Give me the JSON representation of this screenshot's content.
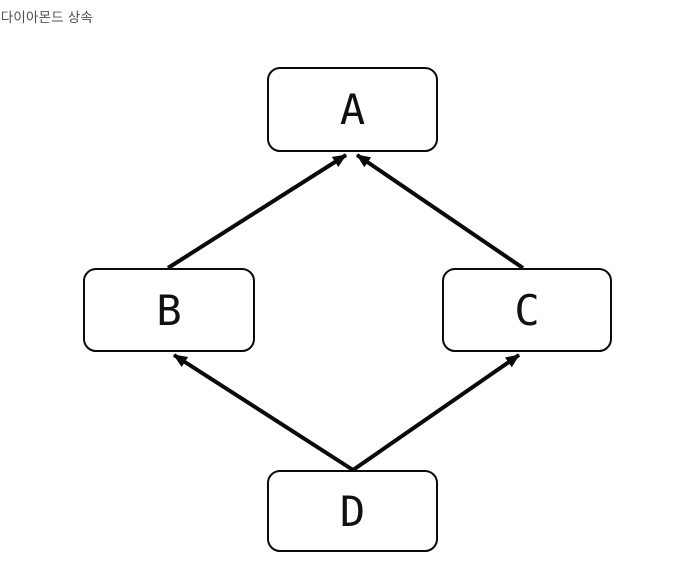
{
  "page": {
    "background": "#ffffff"
  },
  "header": {
    "clipped_prefix": "5",
    "title": "다이아몬드 상속",
    "text_color": "#4b5157"
  },
  "diagram": {
    "type": "diamond-inheritance",
    "stroke_color": "#0a0a0a",
    "box_fill": "#ffffff",
    "nodes": [
      {
        "id": "A",
        "label": "A"
      },
      {
        "id": "B",
        "label": "B"
      },
      {
        "id": "C",
        "label": "C"
      },
      {
        "id": "D",
        "label": "D"
      }
    ],
    "edges": [
      {
        "from": "B",
        "to": "A"
      },
      {
        "from": "C",
        "to": "A"
      },
      {
        "from": "D",
        "to": "B"
      },
      {
        "from": "D",
        "to": "C"
      }
    ]
  }
}
